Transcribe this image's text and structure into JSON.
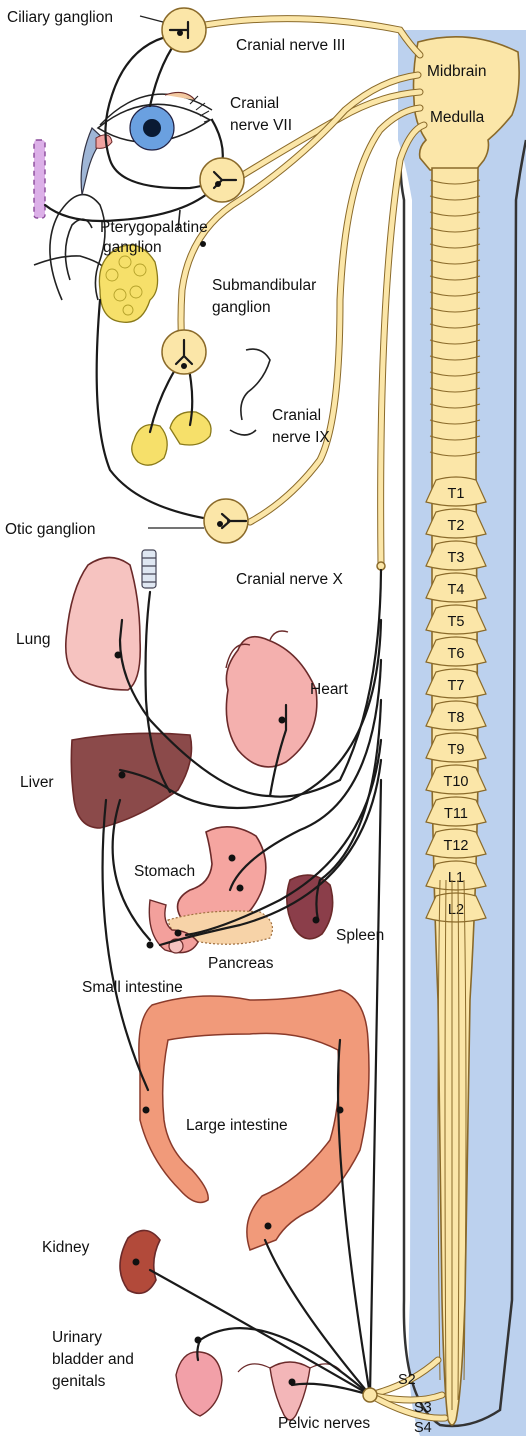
{
  "labels": {
    "ciliary_ganglion": "Ciliary ganglion",
    "cranial_nerve_iii": "Cranial nerve III",
    "midbrain": "Midbrain",
    "medulla": "Medulla",
    "cranial_nerve_vii_line1": "Cranial",
    "cranial_nerve_vii_line2": "nerve VII",
    "pterygopalatine_line1": "Pterygopalatine",
    "pterygopalatine_line2": "ganglion",
    "submandibular_line1": "Submandibular",
    "submandibular_line2": "ganglion",
    "cranial_nerve_ix_line1": "Cranial",
    "cranial_nerve_ix_line2": "nerve IX",
    "otic_ganglion": "Otic ganglion",
    "cranial_nerve_x": "Cranial nerve X",
    "lung": "Lung",
    "heart": "Heart",
    "liver": "Liver",
    "stomach": "Stomach",
    "spleen": "Spleen",
    "pancreas": "Pancreas",
    "small_intestine": "Small intestine",
    "large_intestine": "Large intestine",
    "kidney": "Kidney",
    "bladder_line1": "Urinary",
    "bladder_line2": "bladder and",
    "bladder_line3": "genitals",
    "pelvic_nerves": "Pelvic nerves"
  },
  "segments": {
    "thoracic": [
      "T1",
      "T2",
      "T3",
      "T4",
      "T5",
      "T6",
      "T7",
      "T8",
      "T9",
      "T10",
      "T11",
      "T12"
    ],
    "lumbar": [
      "L1",
      "L2"
    ],
    "sacral": [
      "S2",
      "S3",
      "S4"
    ]
  },
  "colors": {
    "csf_blue": "#bcd1ee",
    "cord_yellow": "#fbe6a8",
    "cord_outline": "#8a6a2a",
    "organ_pink": "#f2a3a0",
    "liver_brown": "#8b4a4a",
    "intestine_orange": "#f19a7a"
  }
}
